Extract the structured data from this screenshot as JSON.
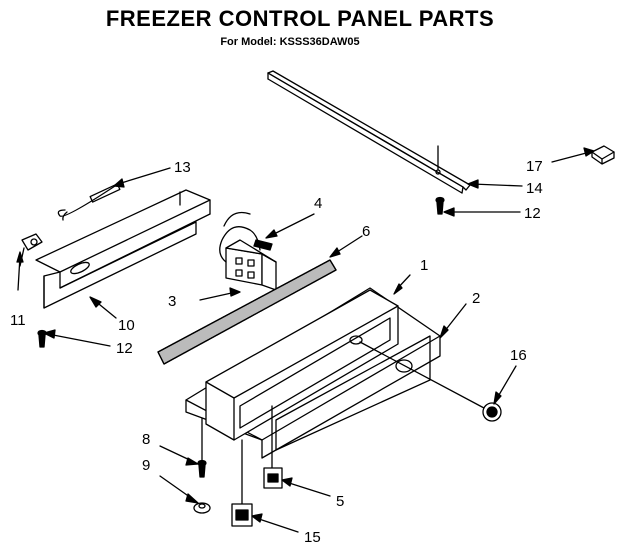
{
  "title": "FREEZER CONTROL PANEL PARTS",
  "subtitle": "For Model: KSSS36DAW05",
  "callouts": [
    "1",
    "2",
    "3",
    "4",
    "5",
    "6",
    "8",
    "9",
    "10",
    "11",
    "12",
    "12",
    "13",
    "14",
    "15",
    "16",
    "17"
  ]
}
